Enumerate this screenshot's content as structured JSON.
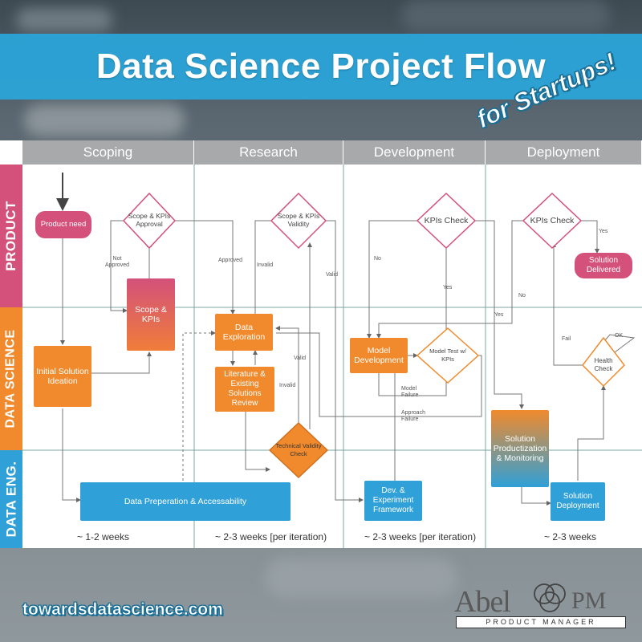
{
  "banner": {
    "title": "Data Science Project Flow",
    "subtitle": "for Startups!"
  },
  "phases": [
    "Scoping",
    "Research",
    "Development",
    "Deployment"
  ],
  "lanes": [
    "PRODUCT",
    "DATA SCIENCE",
    "DATA ENG."
  ],
  "nodes": {
    "product_need": "Product need",
    "scope_kpis": "Scope & KPIs",
    "initial_solution": "Initial Solution Ideation",
    "data_prep": "Data Preperation & Accessability",
    "data_exploration": "Data Exploration",
    "literature_review": "Literature & Existing Solutions Review",
    "model_development": "Model Development",
    "dev_framework": "Dev. & Experiment Framework",
    "solution_productization": "Solution Productization & Monitoring",
    "solution_deployment": "Solution Deployment",
    "solution_delivered": "Solution Delivered"
  },
  "decisions": {
    "scope_approval": "Scope & KPIs Approval",
    "scope_validity": "Scope & KPIs Validity",
    "kpis_check_dev": "KPIs Check",
    "kpis_check_deploy": "KPIs Check",
    "model_test": "Model Test w/ KPIs",
    "technical_validity": "Technical Validity Check",
    "health_check": "Health Check"
  },
  "edge_labels": {
    "not_approved": "Not Approved",
    "approved": "Approved",
    "invalid_1": "Invalid",
    "valid_1": "Valid",
    "valid_2": "Valid",
    "invalid_2": "Invalid",
    "no_dev": "No",
    "yes_dev": "Yes",
    "model_failure": "Model Failure",
    "approach_failure": "Approach Failure",
    "no_deploy": "No",
    "yes_deploy": "Yes",
    "yes_left": "Yes",
    "fail": "Fail",
    "ok": "OK"
  },
  "durations": [
    "~ 1-2 weeks",
    "~ 2-3 weeks [per iteration)",
    "~ 2-3 weeks [per iteration)",
    "~ 2-3 weeks"
  ],
  "footer": {
    "link": "towardsdatascience.com",
    "logo_name": "Abel",
    "logo_pm": "PM",
    "logo_tagline": "PRODUCT MANAGER"
  },
  "colors": {
    "banner": "#2ba3d6",
    "product": "#d3517a",
    "data_science": "#f08a2c",
    "data_eng": "#2fa0d8",
    "header_gray": "#a7a9ab"
  }
}
